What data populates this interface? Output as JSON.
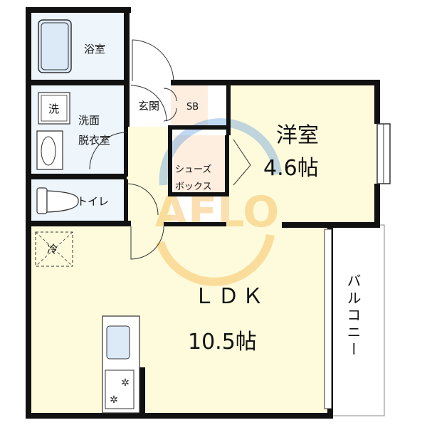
{
  "rooms": {
    "bath": "浴室",
    "washroom_line1": "洗面",
    "washroom_line2": "脱衣室",
    "washer": "洗",
    "toilet": "トイレ",
    "entrance": "玄関",
    "shoe_box_small": "SB",
    "shoe_box_line1": "シューズ",
    "shoe_box_line2": "ボックス",
    "fridge": "冷",
    "western_room": "洋室",
    "western_room_size": "4.6帖",
    "ldk": "ＬＤＫ",
    "ldk_size": "10.5帖",
    "balcony": "バルコニー"
  },
  "watermark": "AFLO",
  "colors": {
    "wall": "#111111",
    "floor_main": "#fdfbdc",
    "floor_wet": "#eef5fb",
    "floor_entry": "#fdeee0",
    "watermark_orange": "#f5a623",
    "watermark_blue": "#4a90d9"
  }
}
